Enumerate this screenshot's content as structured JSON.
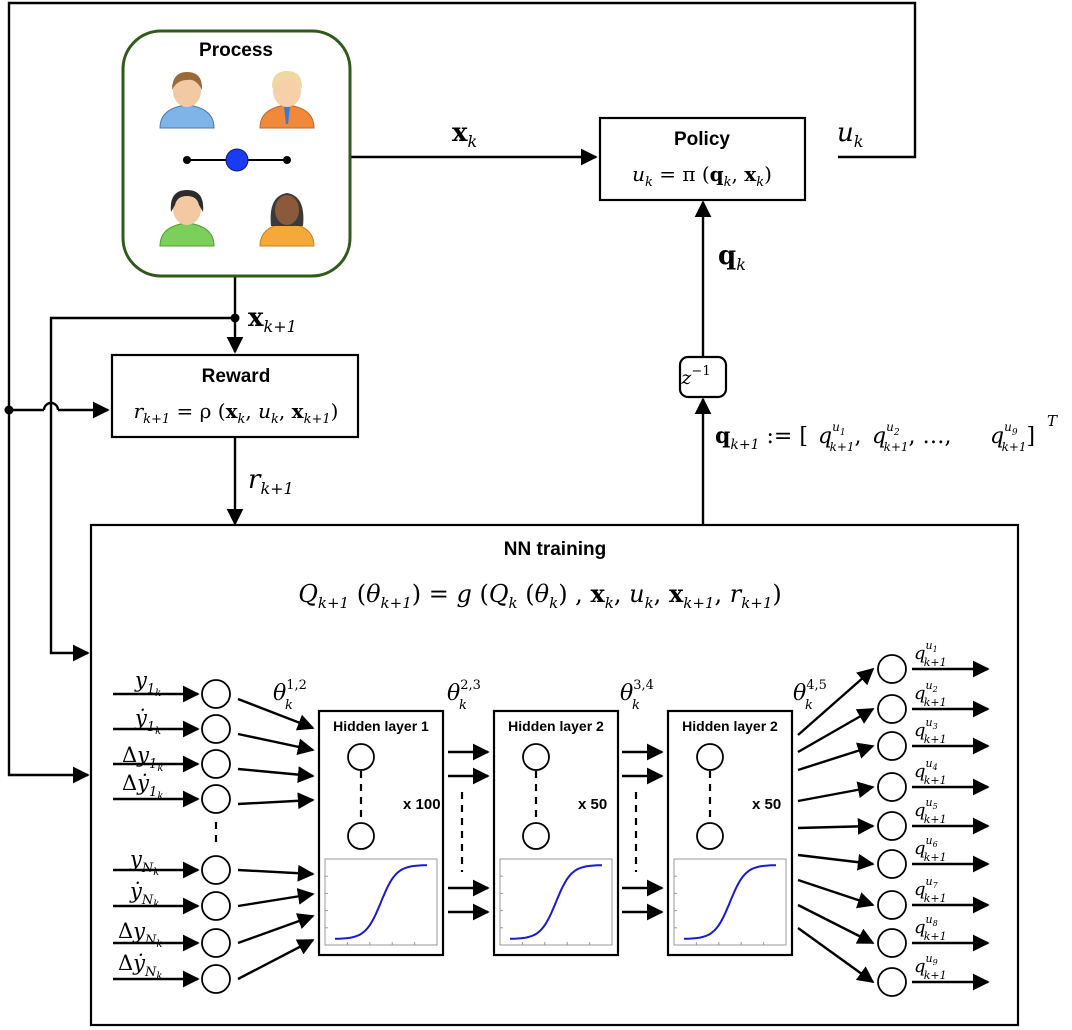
{
  "process": {
    "title": "Process"
  },
  "policy": {
    "title": "Policy",
    "formula": "u_k = π (q_k, x_k)"
  },
  "reward": {
    "title": "Reward",
    "formula": "r_{k+1} = ρ (x_k, u_k, x_{k+1})"
  },
  "delay": {
    "label": "z^{-1}"
  },
  "signals": {
    "state": "x_k",
    "next_state": "x_{k+1}",
    "action": "u_k",
    "q_vector": "q_k",
    "reward_signal": "r_{k+1}",
    "q_next_def": "q_{k+1} := [q_{k+1}^{u_1}, q_{k+1}^{u_2}, …, q_{k+1}^{u_9}]^T"
  },
  "nn": {
    "title": "NN training",
    "formula": "Q_{k+1} (θ_{k+1}) = g (Q_k (θ_k) , x_k, u_k, x_{k+1}, r_{k+1})",
    "inputs_top": [
      "y_{1_k}",
      "ẏ_{1_k}",
      "Δy_{1_k}",
      "Δẏ_{1_k}"
    ],
    "inputs_bottom": [
      "y_{N_k}",
      "ẏ_{N_k}",
      "Δy_{N_k}",
      "Δẏ_{N_k}"
    ],
    "weights": [
      "θ_k^{1,2}",
      "θ_k^{2,3}",
      "θ_k^{3,4}",
      "θ_k^{4,5}"
    ],
    "layers": [
      {
        "title": "Hidden layer 1",
        "units": "x 100"
      },
      {
        "title": "Hidden layer 2",
        "units": "x 50"
      },
      {
        "title": "Hidden layer 2",
        "units": "x 50"
      }
    ],
    "outputs": [
      "q_{k+1}^{u_1}",
      "q_{k+1}^{u_2}",
      "q_{k+1}^{u_3}",
      "q_{k+1}^{u_4}",
      "q_{k+1}^{u_5}",
      "q_{k+1}^{u_6}",
      "q_{k+1}^{u_7}",
      "q_{k+1}^{u_8}",
      "q_{k+1}^{u_9}"
    ]
  },
  "colors": {
    "process_border": "#2f5a1a",
    "agent_dot": "#1a3cf0",
    "sigmoid_curve": "#1a1ad0"
  }
}
